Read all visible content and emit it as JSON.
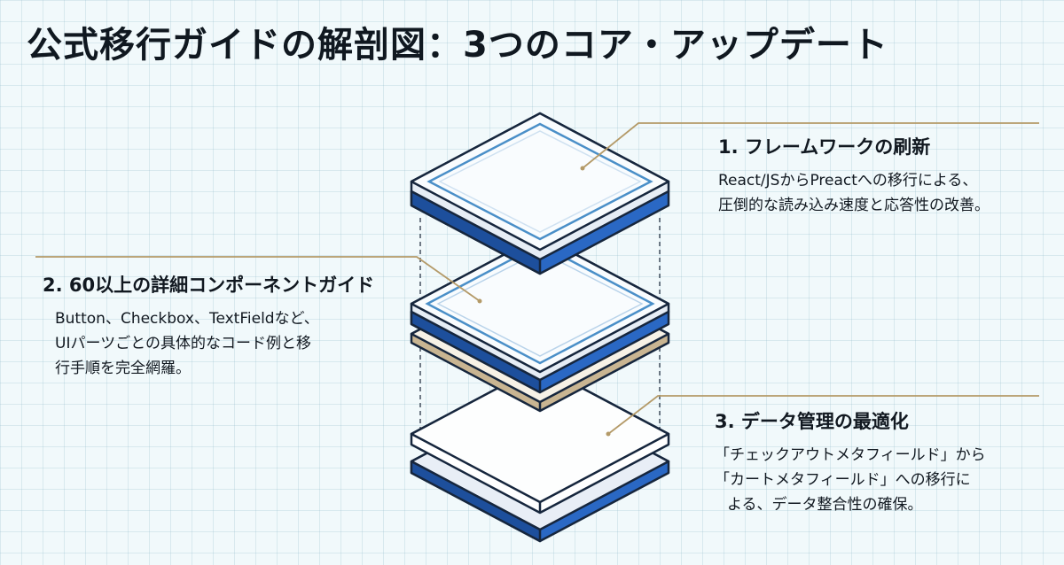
{
  "title": "公式移行ガイドの解剖図：3つのコア・アップデート",
  "colors": {
    "background": "#f1f9fb",
    "layer_blue": "#2a68c4",
    "layer_blue_dark": "#1d4f9c",
    "layer_outline": "#16263d",
    "layer_tan": "#c9b592",
    "inner_frame": "#4a8fc8",
    "leader_line": "#b49a68"
  },
  "callouts": {
    "framework": {
      "heading": "1. フレームワークの刷新",
      "lines": [
        "React/JSからPreactへの移行による、",
        "圧倒的な読み込み速度と応答性の改善。"
      ]
    },
    "components": {
      "heading": "2. 60以上の詳細コンポーネントガイド",
      "lines": [
        "Button、Checkbox、TextFieldなど、",
        "UIパーツごとの具体的なコード例と移",
        "行手順を完全網羅。"
      ]
    },
    "data": {
      "heading": "3. データ管理の最適化",
      "lines": [
        "「チェックアウトメタフィールド」から",
        "「カートメタフィールド」への移行に",
        "よる、データ整合性の確保。"
      ]
    }
  }
}
